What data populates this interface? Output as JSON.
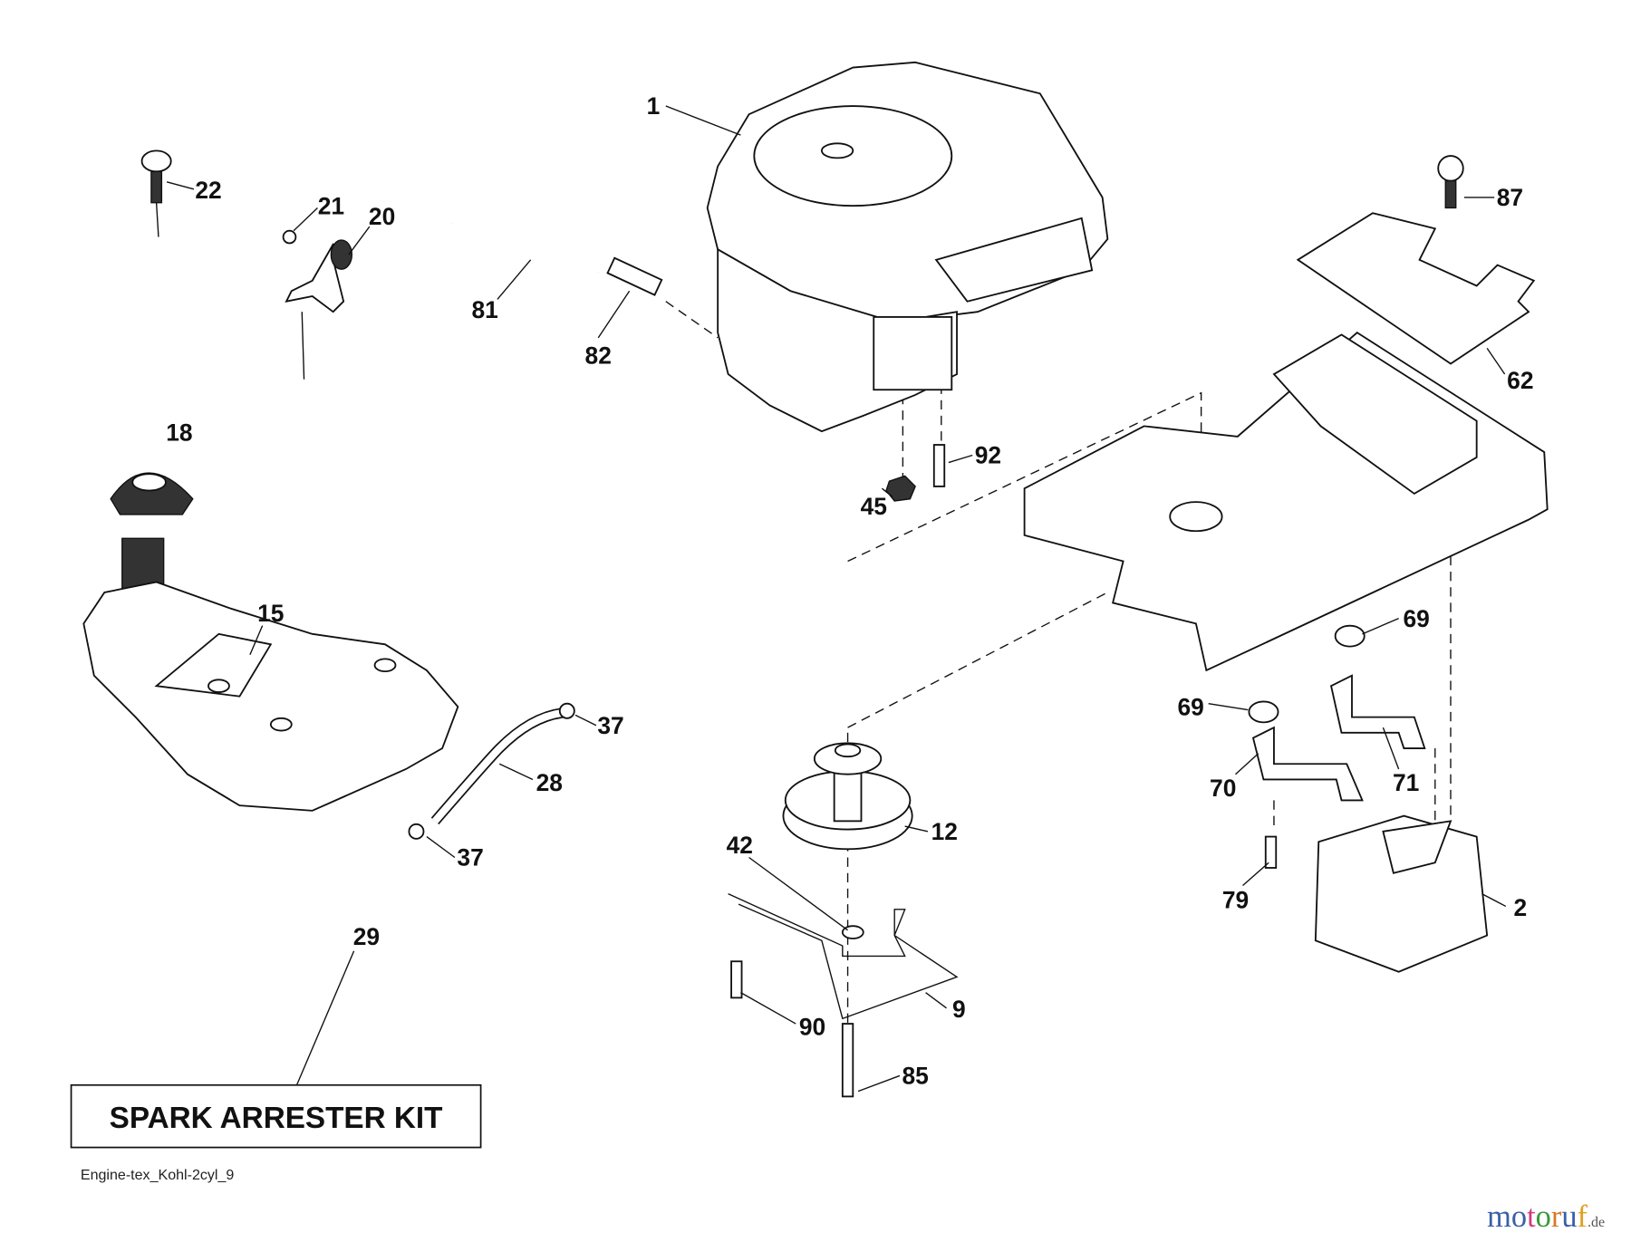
{
  "diagram": {
    "callouts": {
      "p1": "1",
      "p22": "22",
      "p21": "21",
      "p20": "20",
      "p81": "81",
      "p82": "82",
      "p87": "87",
      "p62": "62",
      "p18": "18",
      "p92": "92",
      "p45": "45",
      "p15": "15",
      "p69a": "69",
      "p69b": "69",
      "p37a": "37",
      "p28": "28",
      "p70": "70",
      "p71": "71",
      "p12": "12",
      "p42": "42",
      "p37b": "37",
      "p79": "79",
      "p2": "2",
      "p29": "29",
      "p9": "9",
      "p90": "90",
      "p85": "85"
    },
    "kit_label": "SPARK ARRESTER KIT",
    "footer_code": "Engine-tex_Kohl-2cyl_9",
    "watermark": {
      "m1": "m",
      "o1": "o",
      "t": "t",
      "o2": "o",
      "r": "r",
      "u": "u",
      "f": "f",
      "de": ".de"
    }
  }
}
